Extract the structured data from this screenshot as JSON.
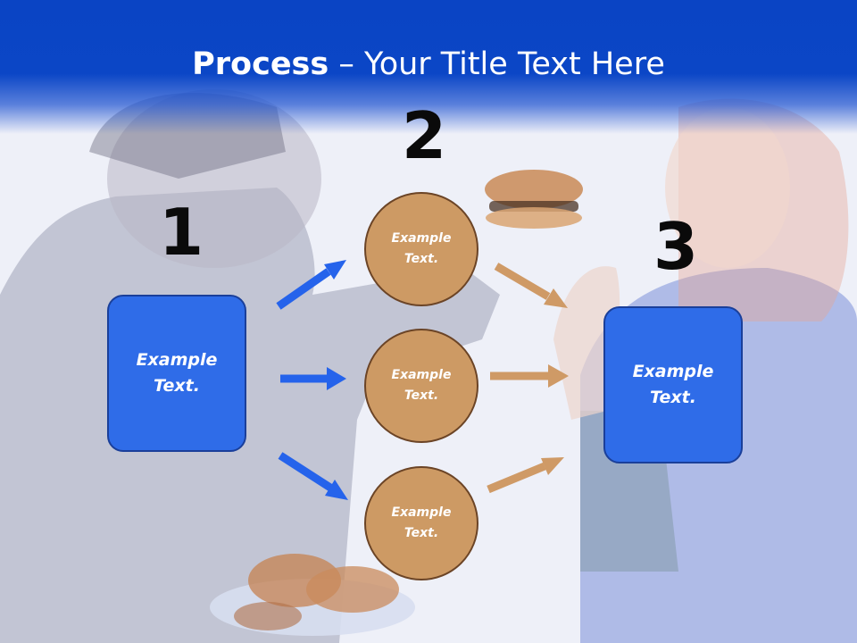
{
  "title": {
    "bold": "Process",
    "rest": " – Your Title Text Here"
  },
  "steps": {
    "one": "1",
    "two": "2",
    "three": "3"
  },
  "boxes": {
    "left": "Example Text.",
    "right": "Example Text."
  },
  "circles": {
    "top": "Example Text.",
    "middle": "Example Text.",
    "bottom": "Example Text."
  },
  "colors": {
    "header": "#0b46c6",
    "box": "#2f6ce8",
    "circle": "#cd9a64",
    "blue_arrow": "#2563eb",
    "tan_arrow": "#cf9a66"
  }
}
